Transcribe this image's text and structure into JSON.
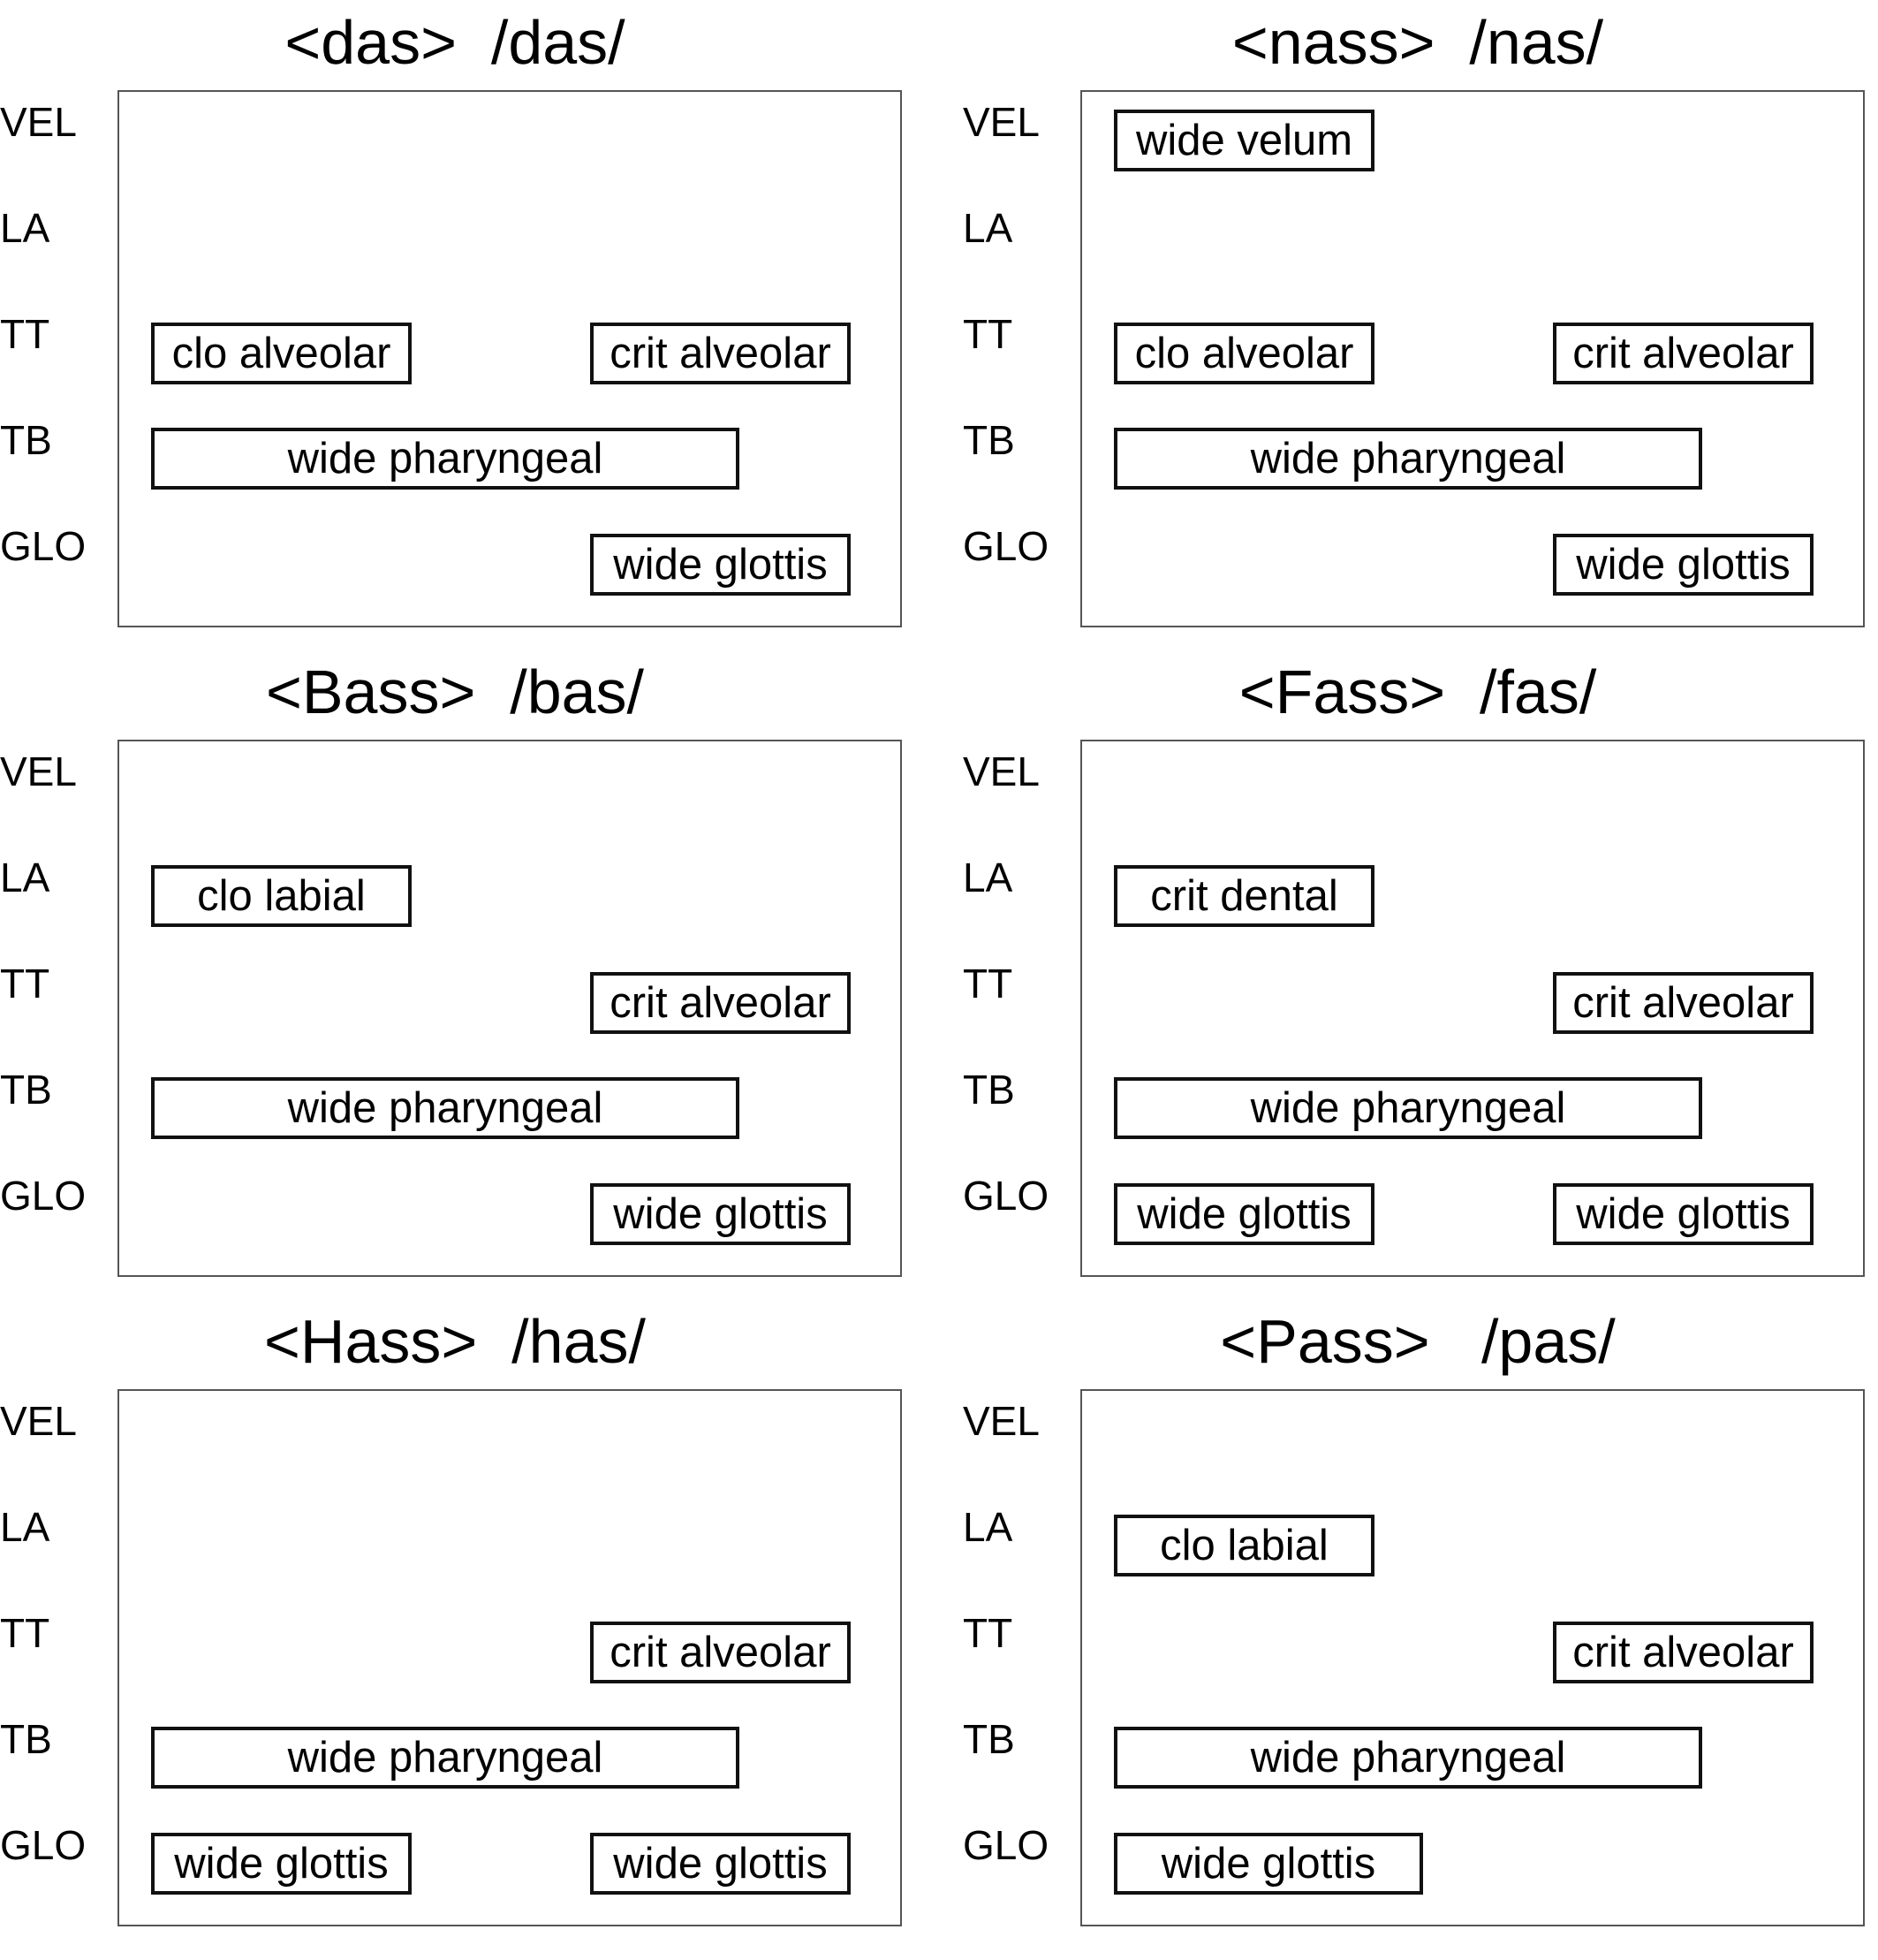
{
  "tiers": [
    "VEL",
    "LA",
    "TT",
    "TB",
    "GLO"
  ],
  "panels": [
    {
      "title": "<das>  /das/",
      "gestures": [
        {
          "tier": "TT",
          "label": "clo alveolar",
          "span": "left"
        },
        {
          "tier": "TT",
          "label": "crit alveolar",
          "span": "right"
        },
        {
          "tier": "TB",
          "label": "wide pharyngeal",
          "span": "long"
        },
        {
          "tier": "GLO",
          "label": "wide glottis",
          "span": "right"
        }
      ]
    },
    {
      "title": "<nass>  /nas/",
      "gestures": [
        {
          "tier": "VEL",
          "label": "wide velum",
          "span": "left"
        },
        {
          "tier": "TT",
          "label": "clo alveolar",
          "span": "left"
        },
        {
          "tier": "TT",
          "label": "crit alveolar",
          "span": "right"
        },
        {
          "tier": "TB",
          "label": "wide pharyngeal",
          "span": "long"
        },
        {
          "tier": "GLO",
          "label": "wide glottis",
          "span": "right"
        }
      ]
    },
    {
      "title": "<Bass>  /bas/",
      "gestures": [
        {
          "tier": "LA",
          "label": "clo labial",
          "span": "left"
        },
        {
          "tier": "TT",
          "label": "crit alveolar",
          "span": "right"
        },
        {
          "tier": "TB",
          "label": "wide pharyngeal",
          "span": "long"
        },
        {
          "tier": "GLO",
          "label": "wide glottis",
          "span": "right"
        }
      ]
    },
    {
      "title": "<Fass>  /fas/",
      "gestures": [
        {
          "tier": "LA",
          "label": "crit dental",
          "span": "left"
        },
        {
          "tier": "TT",
          "label": "crit alveolar",
          "span": "right"
        },
        {
          "tier": "TB",
          "label": "wide pharyngeal",
          "span": "long"
        },
        {
          "tier": "GLO",
          "label": "wide glottis",
          "span": "left"
        },
        {
          "tier": "GLO",
          "label": "wide glottis",
          "span": "right"
        }
      ]
    },
    {
      "title": "<Hass>  /has/",
      "gestures": [
        {
          "tier": "TT",
          "label": "crit alveolar",
          "span": "right"
        },
        {
          "tier": "TB",
          "label": "wide pharyngeal",
          "span": "long"
        },
        {
          "tier": "GLO",
          "label": "wide glottis",
          "span": "left"
        },
        {
          "tier": "GLO",
          "label": "wide glottis",
          "span": "right"
        }
      ]
    },
    {
      "title": "<Pass>   /pas/",
      "gestures": [
        {
          "tier": "LA",
          "label": "clo labial",
          "span": "left"
        },
        {
          "tier": "TT",
          "label": "crit alveolar",
          "span": "right"
        },
        {
          "tier": "TB",
          "label": "wide pharyngeal",
          "span": "long"
        },
        {
          "tier": "GLO",
          "label": "wide glottis",
          "span": "left-wide"
        }
      ]
    }
  ]
}
